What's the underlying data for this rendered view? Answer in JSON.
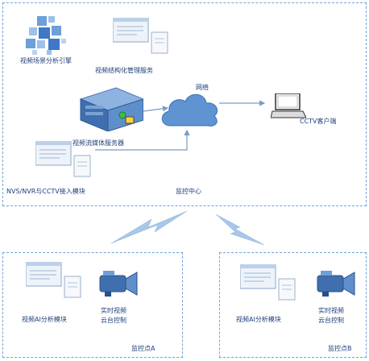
{
  "center": {
    "title": "监控中心",
    "components": {
      "analysis": "视频场景分析引擎",
      "management": "视频结构化管理服务",
      "network": "网络",
      "client": "CCTV客户端",
      "server": "视频流媒体服务器",
      "access": "NVS/NVR与CCTV接入模块"
    }
  },
  "site_a": {
    "title": "监控点A",
    "analysis_module": "视频AI分析模块",
    "camera_line1": "实时视频",
    "camera_line2": "云台控制"
  },
  "site_b": {
    "title": "监控点B",
    "analysis_module": "视频AI分析模块",
    "camera_line1": "实时视频",
    "camera_line2": "云台控制"
  },
  "colors": {
    "border": "#6fa3d8",
    "label": "#1f3f7a",
    "cloud": "#5f93d1",
    "link": "#7a9bc4",
    "lightning": "#a9c7e6"
  },
  "icons": {
    "analysis": "grid-blocks-icon",
    "management": "document-stack-icon",
    "server": "server-icon",
    "network": "cloud-icon",
    "client": "laptop-icon",
    "camera": "video-camera-icon",
    "wireless": "lightning-icon"
  }
}
